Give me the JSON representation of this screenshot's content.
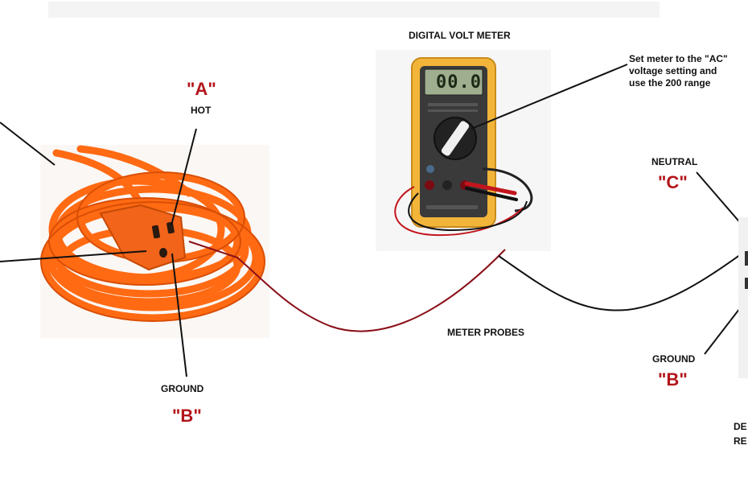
{
  "labels": {
    "meter_title": "DIGITAL VOLT METER",
    "instruction_lines": [
      "Set meter to the \"AC\"",
      "voltage setting and",
      "use the 200 range"
    ],
    "hot_letter": "\"A\"",
    "hot_word": "HOT",
    "ground_left_word": "GROUND",
    "ground_left_letter": "\"B\"",
    "meter_probes": "METER PROBES",
    "neutral_word": "NEUTRAL",
    "neutral_letter": "\"C\"",
    "ground_right_word": "GROUND",
    "ground_right_letter": "\"B\"",
    "cut_off_1": "DE",
    "cut_off_2": "RE"
  },
  "meter": {
    "display_reading": "00.0"
  },
  "colors": {
    "cord_orange": "#ff6a13",
    "meter_yellow": "#f2b53a",
    "meter_body": "#3a3a3a",
    "probe_red": "#8a1018",
    "probe_black": "#111111",
    "label_red": "#b3151b"
  },
  "icons": {
    "cord": "extension-cord-coil",
    "meter": "digital-multimeter"
  }
}
